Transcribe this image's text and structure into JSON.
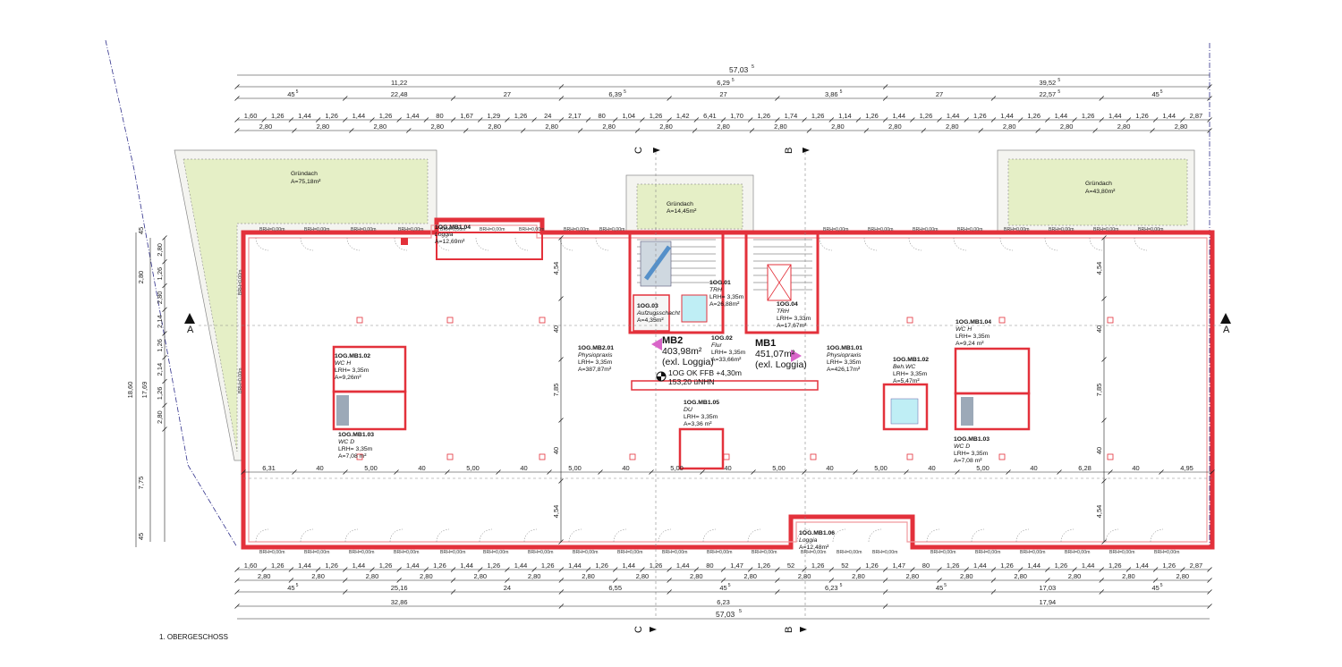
{
  "plan_title": "1. OBERGESCHOSS",
  "section_markers": {
    "a": "A",
    "b": "B",
    "c": "C"
  },
  "top_dims": {
    "overall": "57,03",
    "overall_sup": "5",
    "row2": [
      {
        "t": "11,22"
      },
      {
        "t": "6,29",
        "s": "5"
      },
      {
        "t": "39,52",
        "s": "5"
      }
    ],
    "row3": [
      {
        "t": "45",
        "s": "5"
      },
      {
        "t": "22,48"
      },
      {
        "t": "27"
      },
      {
        "t": "6,39",
        "s": "5"
      },
      {
        "t": "27"
      },
      {
        "t": "3,86",
        "s": "5"
      },
      {
        "t": "27"
      },
      {
        "t": "22,57",
        "s": "5"
      },
      {
        "t": "45",
        "s": "5"
      }
    ],
    "row4": [
      "1,60",
      "1,26",
      "1,44",
      "1,26",
      "1,44",
      "1,26",
      "1,44",
      "80",
      "1,67",
      "1,29",
      "1,26",
      "24",
      "2,17",
      "80",
      "1,04",
      "1,26",
      "1,42",
      "6,41",
      "1,70",
      "1,26",
      "1,74",
      "1,26",
      "1,14",
      "1,26",
      "1,44",
      "1,26",
      "1,44",
      "1,26",
      "1,44",
      "1,26",
      "1,44",
      "1,26",
      "1,44",
      "1,26",
      "1,44",
      "2,87"
    ],
    "row5": [
      "2,80",
      "2,80",
      "2,80",
      "2,80",
      "2,80",
      "2,80",
      "2,80",
      "2,80",
      "2,80",
      "2,80",
      "2,80",
      "2,80",
      "2,80",
      "2,80",
      "2,80",
      "2,80",
      "2,80"
    ]
  },
  "bottom_dims": {
    "row1": [
      "1,60",
      "1,26",
      "1,44",
      "1,26",
      "1,44",
      "1,26",
      "1,44",
      "1,26",
      "1,44",
      "1,26",
      "1,44",
      "1,26",
      "1,44",
      "1,26",
      "1,44",
      "1,26",
      "1,44",
      "80",
      "1,47",
      "1,26",
      "52",
      "1,26",
      "52",
      "1,26",
      "1,47",
      "80",
      "1,26",
      "1,44",
      "1,26",
      "1,44",
      "1,26",
      "1,44",
      "1,26",
      "1,44",
      "1,26",
      "2,87"
    ],
    "row2": [
      "2,80",
      "2,80",
      "2,80",
      "2,80",
      "2,80",
      "2,80",
      "2,80",
      "2,80",
      "2,80",
      "2,80",
      "2,80",
      "2,80",
      "2,80",
      "2,80",
      "2,80",
      "2,80",
      "2,80",
      "2,80"
    ],
    "row3": [
      {
        "t": "45",
        "s": "5"
      },
      {
        "t": "25,16"
      },
      {
        "t": "24"
      },
      {
        "t": "6,55"
      },
      {
        "t": "45",
        "s": "5"
      },
      {
        "t": "6,23",
        "s": "5"
      },
      {
        "t": "45",
        "s": "5"
      },
      {
        "t": "17,03"
      },
      {
        "t": "45",
        "s": "5"
      }
    ],
    "row4": [
      "32,86",
      "6,23",
      "17,94"
    ],
    "overall": "57,03",
    "overall_sup": "5"
  },
  "bay_dims": [
    "6,31",
    "40",
    "5,00",
    "40",
    "5,00",
    "40",
    "5,00",
    "40",
    "5,00",
    "40",
    "5,00",
    "40",
    "5,00",
    "40",
    "5,00",
    "40",
    "6,28",
    "40",
    "4,95"
  ],
  "bay_dim_sup": "5",
  "vertical_dims": {
    "mid": [
      "4,54",
      "40",
      "7,85",
      "40",
      "4,54"
    ],
    "right": [
      "4,54",
      "40",
      "7,85",
      "40",
      "4,54"
    ],
    "left_inner": [
      "2,80",
      "1,26",
      "2,80",
      "2,14",
      "1,26",
      "2,14",
      "1,26",
      "2,80"
    ],
    "left_mid": [
      "17,69"
    ],
    "left_outer": [
      "18,60"
    ],
    "left_small": [
      "45",
      "2,80",
      "7,75",
      "45"
    ]
  },
  "rooms": [
    {
      "id": "gd1",
      "name": "Gründach",
      "area": "A=75,18m²"
    },
    {
      "id": "gd2",
      "name": "Gründach",
      "area": "A=14,45m²"
    },
    {
      "id": "gd3",
      "name": "Gründach",
      "area": "A=43,80m²"
    },
    {
      "id": "loggia_top",
      "code": "1OG.MB1.04",
      "name": "Loggia",
      "area": "A=12,69m²"
    },
    {
      "id": "trh1",
      "code": "1OG.01",
      "name": "TRH",
      "lrh": "LRH= 3,35m",
      "area": "A=26,88m²"
    },
    {
      "id": "aufzug",
      "code": "1OG.03",
      "name": "Aufzugsschacht",
      "area": "A=4,35m²"
    },
    {
      "id": "flur",
      "code": "1OG.02",
      "name": "Flur",
      "lrh": "LRH= 3,35m",
      "area": "A=33,66m²"
    },
    {
      "id": "trh2",
      "code": "1OG.04",
      "name": "TRH",
      "lrh": "LRH= 3,33m",
      "area": "A=17,67m²"
    },
    {
      "id": "physio2",
      "code": "1OG.MB2.01",
      "name": "Physiopraxis",
      "lrh": "LRH= 3,35m",
      "area": "A=387,87m²"
    },
    {
      "id": "physio1",
      "code": "1OG.MB1.01",
      "name": "Physiopraxis",
      "lrh": "LRH= 3,35m",
      "area": "A=426,17m²"
    },
    {
      "id": "wch_l",
      "code": "1OG.MB1.02",
      "name": "WC H",
      "lrh": "LRH= 3,35m",
      "area": "A=9,26m²"
    },
    {
      "id": "wcd_l",
      "code": "1OG.MB1.03",
      "name": "WC D",
      "lrh": "LRH= 3,35m",
      "area": "A=7,08 m²"
    },
    {
      "id": "du",
      "code": "1OG.MB1.05",
      "name": "DU",
      "lrh": "LRH= 3,35m",
      "area": "A=3,36 m²"
    },
    {
      "id": "behwc",
      "code": "1OG.MB1.02",
      "name": "Beh.WC",
      "lrh": "LRH= 3,35m",
      "area": "A=5,47m²"
    },
    {
      "id": "wch_r",
      "code": "1OG.MB1.04",
      "name": "WC H",
      "lrh": "LRH= 3,35m",
      "area": "A=9,24 m²"
    },
    {
      "id": "wcd_r",
      "code": "1OG.MB1.03",
      "name": "WC D",
      "lrh": "LRH= 3,35m",
      "area": "A=7,08 m²"
    },
    {
      "id": "loggia_bot",
      "code": "1OG.MB1.06",
      "name": "Loggia",
      "area": "A=12,48m²"
    }
  ],
  "units": {
    "mb2": {
      "name": "MB2",
      "area": "403,98m²",
      "note": "(exl. Loggia)"
    },
    "mb1": {
      "name": "MB1",
      "area": "451,07m²",
      "note": "(exl. Loggia)"
    }
  },
  "level_marker": {
    "line1": "1OG OK FFB +4,30m",
    "line2": "153,20 üNHN"
  },
  "brh_label": "BRH=0,00m",
  "colors": {
    "wall": "#e3313b",
    "wall_fill": "#f0999e",
    "green": "#e5efc6",
    "dim": "#222222",
    "dashed": "#2e2e8a",
    "cyan": "#7fd8e4",
    "magenta": "#d966c9"
  }
}
